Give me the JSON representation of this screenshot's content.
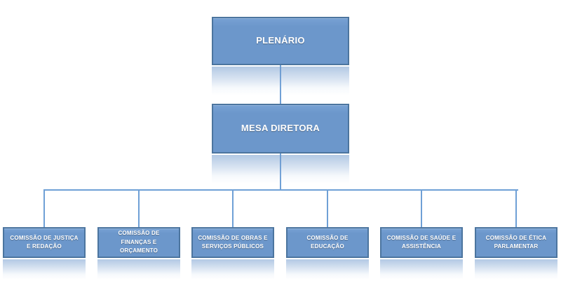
{
  "diagram": {
    "type": "org-chart",
    "root": {
      "label": "PLENÁRIO"
    },
    "board": {
      "label": "MESA DIRETORA"
    },
    "committees": [
      {
        "label": "COMISSÃO DE JUSTIÇA E REDAÇÃO"
      },
      {
        "label": "COMISSÃO DE FINANÇAS E ORÇAMENTO"
      },
      {
        "label": "COMISSÃO DE OBRAS E SERVIÇOS PÚBLICOS"
      },
      {
        "label": "COMISSÃO DE EDUCAÇÃO"
      },
      {
        "label": "COMISSÃO DE SAÚDE E ASSISTÊNCIA"
      },
      {
        "label": "COMISSÃO DE ÉTICA PARLAMENTAR"
      }
    ]
  },
  "colors": {
    "node_fill": "#6c97cb",
    "node_border": "#4c759f",
    "connector": "#6fa0d6",
    "text": "#ffffff",
    "background": "#ffffff"
  }
}
